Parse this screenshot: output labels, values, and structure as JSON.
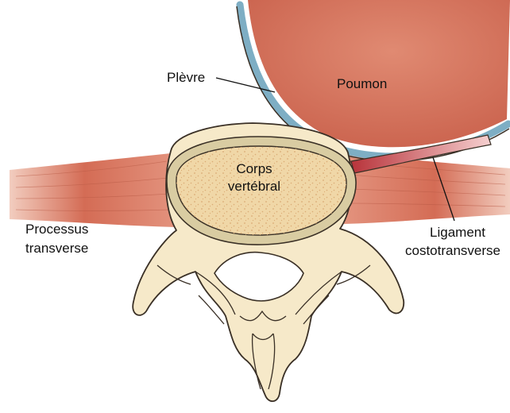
{
  "labels": {
    "lung": "Poumon",
    "pleura": "Plèvre",
    "vertebral_body_line1": "Corps",
    "vertebral_body_line2": "vertébral",
    "transverse_process_line1": "Processus",
    "transverse_process_line2": "transverse",
    "ligament_line1": "Ligament",
    "ligament_line2": "costotransverse"
  },
  "colors": {
    "bone": "#f6e9c9",
    "bone_outline": "#3a3026",
    "cortex": "#d9cca2",
    "cancellous": "#f0d7a7",
    "muscle": "#cf6a52",
    "lung": "#d7745c",
    "pleura": "#7eaec4",
    "ligament": "#c23a3e"
  }
}
